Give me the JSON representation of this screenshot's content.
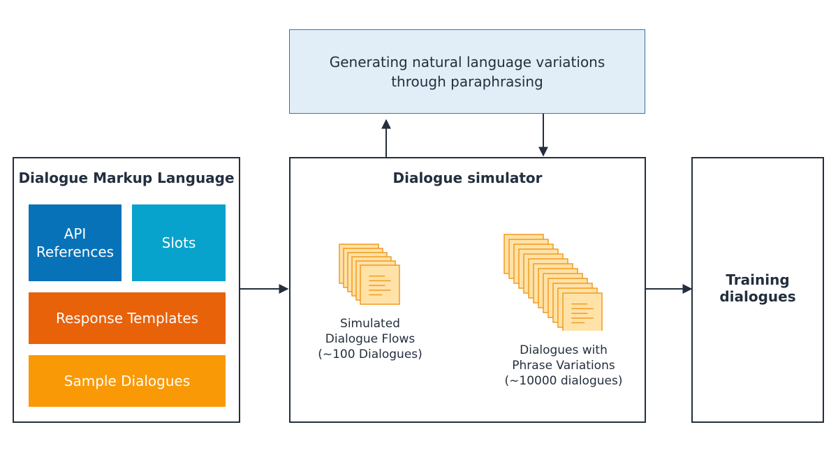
{
  "paraphrase_box": {
    "text_line1": "Generating natural language variations",
    "text_line2": "through paraphrasing"
  },
  "markup_language": {
    "title": "Dialogue Markup Language",
    "blocks": [
      {
        "line1": "API",
        "line2": "References",
        "color": "#0872b8"
      },
      {
        "line1": "Slots",
        "color": "#07a3cc"
      },
      {
        "line1": "Response Templates",
        "color": "#e8620a"
      },
      {
        "line1": "Sample Dialogues",
        "color": "#fa9906"
      }
    ]
  },
  "simulator": {
    "title": "Dialogue simulator",
    "flows_caption": {
      "line1": "Simulated",
      "line2": "Dialogue Flows",
      "line3": "(~100 Dialogues)"
    },
    "variations_caption": {
      "line1": "Dialogues with",
      "line2": "Phrase Variations",
      "line3": "(~10000 dialogues)"
    }
  },
  "output": {
    "title_line1": "Training",
    "title_line2": "dialogues"
  },
  "colors": {
    "stroke": "#232f3e",
    "paraphrase_fill": "#e1eef8",
    "paraphrase_stroke": "#3a72a8",
    "doc_fill": "#ffe2a8",
    "doc_stroke": "#f29a1e"
  },
  "icons": [
    "document-stack-icon",
    "document-stack-icon"
  ]
}
